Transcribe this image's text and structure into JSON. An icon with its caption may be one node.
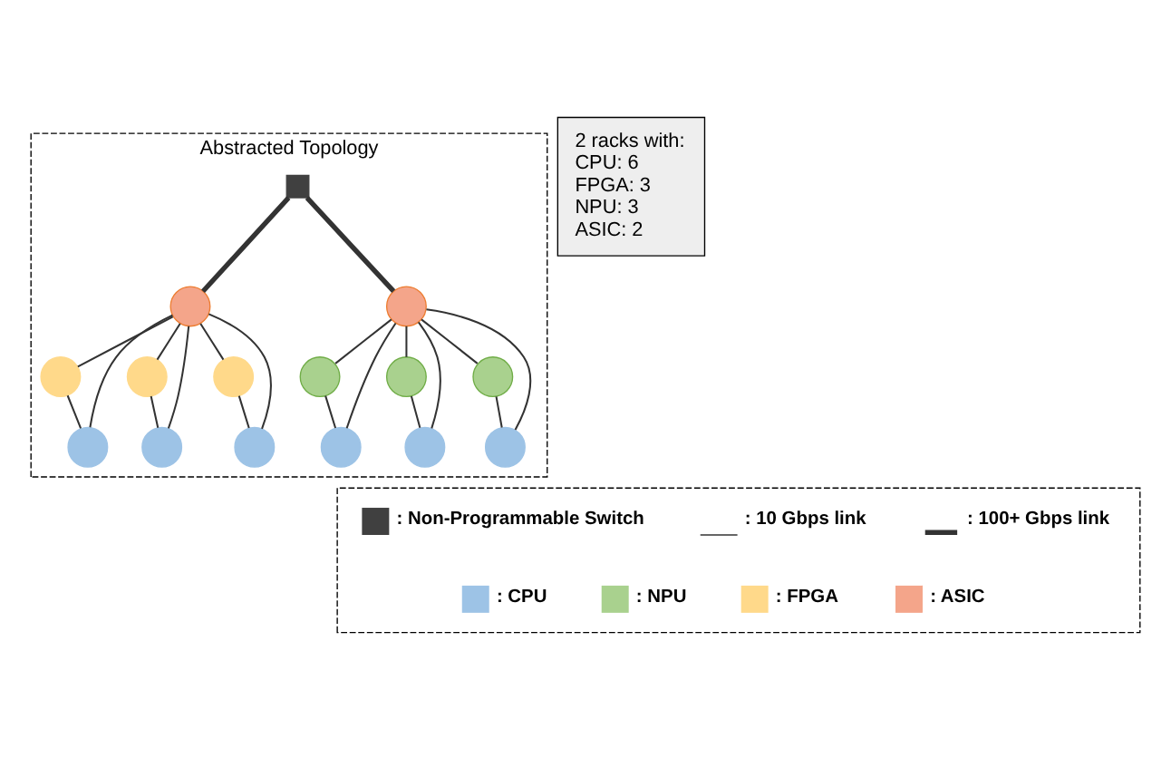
{
  "diagram": {
    "nodes": [
      {
        "text": [
          "Abstracted Topology"
        ]
      },
      {
        "text": [],
        "shape": "box",
        "in": 0
      },
      {
        "text": [],
        "shape": "circle",
        "in": 0
      },
      {
        "text": [],
        "shape": "circle",
        "in": 0
      },
      {
        "text": [],
        "shape": "circle",
        "in": 0
      },
      {
        "text": [],
        "shape": "circle",
        "in": 0
      },
      {
        "text": [],
        "shape": "circle",
        "in": 0
      },
      {
        "text": [],
        "shape": "circle",
        "in": 0
      },
      {
        "text": [],
        "shape": "circle",
        "in": 0
      },
      {
        "text": [],
        "shape": "circle",
        "in": 0
      },
      {
        "text": [],
        "shape": "circle",
        "in": 0
      },
      {
        "text": [],
        "shape": "circle",
        "in": 0
      },
      {
        "text": [],
        "shape": "circle",
        "in": 0
      },
      {
        "text": [],
        "shape": "circle",
        "in": 0
      },
      {
        "text": [],
        "shape": "circle",
        "in": 0
      },
      {
        "text": [],
        "shape": "circle",
        "in": 0
      },
      {
        "text": [
          "2 racks with:",
          "CPU: 6",
          "FPGA: 3",
          "NPU: 3",
          "ASIC: 2"
        ]
      },
      {
        "text": [],
        "shape": "box"
      }
    ],
    "edges": [
      {
        "from": 1,
        "to": 2,
        "arrow": "none",
        "style": "thick"
      },
      {
        "from": 1,
        "to": 3,
        "arrow": "none",
        "style": "thick"
      },
      {
        "from": 2,
        "to": 4,
        "arrow": "none"
      },
      {
        "from": 2,
        "to": 5,
        "arrow": "none"
      },
      {
        "from": 2,
        "to": 6,
        "arrow": "none"
      },
      {
        "from": 2,
        "to": 10,
        "arrow": "none"
      },
      {
        "from": 2,
        "to": 11,
        "arrow": "none"
      },
      {
        "from": 2,
        "to": 12,
        "arrow": "none"
      },
      {
        "from": 4,
        "to": 10,
        "arrow": "none"
      },
      {
        "from": 5,
        "to": 11,
        "arrow": "none"
      },
      {
        "from": 6,
        "to": 12,
        "arrow": "none"
      },
      {
        "from": 3,
        "to": 7,
        "arrow": "none"
      },
      {
        "from": 3,
        "to": 8,
        "arrow": "none"
      },
      {
        "from": 3,
        "to": 9,
        "arrow": "none"
      },
      {
        "from": 3,
        "to": 13,
        "arrow": "none"
      },
      {
        "from": 3,
        "to": 14,
        "arrow": "none"
      },
      {
        "from": 3,
        "to": 15,
        "arrow": "none"
      },
      {
        "from": 7,
        "to": 13,
        "arrow": "none"
      },
      {
        "from": 8,
        "to": 14,
        "arrow": "none"
      },
      {
        "from": 9,
        "to": 15,
        "arrow": "none"
      }
    ],
    "legend": [
      {
        "text": ": Non-Programmable Switch",
        "color": "#404040"
      },
      {
        "text": ": 10 Gbps link"
      },
      {
        "text": ": 100+ Gbps link"
      },
      {
        "text": ": CPU",
        "color": "#9dc3e6"
      },
      {
        "text": ": NPU",
        "color": "#a9d18e"
      },
      {
        "text": ": FPGA",
        "color": "#ffd98a"
      },
      {
        "text": ": ASIC",
        "color": "#f4a58a"
      }
    ]
  }
}
